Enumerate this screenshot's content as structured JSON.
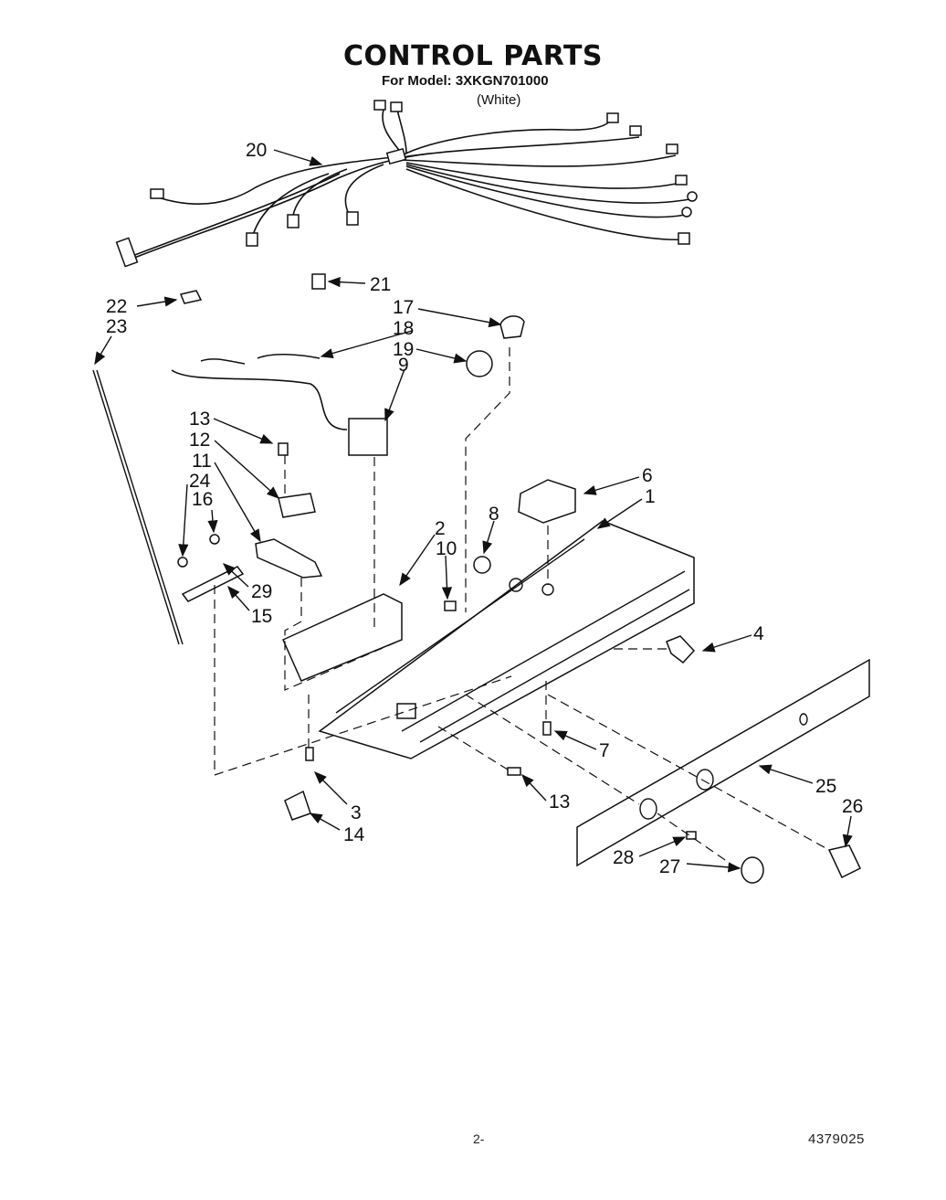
{
  "title": "CONTROL PARTS",
  "model_line": "For Model: 3XKGN701000",
  "color_note": "(White)",
  "footer_page": "2-",
  "footer_doc": "4379025",
  "callouts": [
    "20",
    "21",
    "22",
    "23",
    "17",
    "18",
    "19",
    "9",
    "13",
    "12",
    "11",
    "24",
    "16",
    "29",
    "15",
    "2",
    "10",
    "8",
    "6",
    "1",
    "4",
    "7",
    "13",
    "3",
    "14",
    "25",
    "26",
    "28",
    "27"
  ]
}
